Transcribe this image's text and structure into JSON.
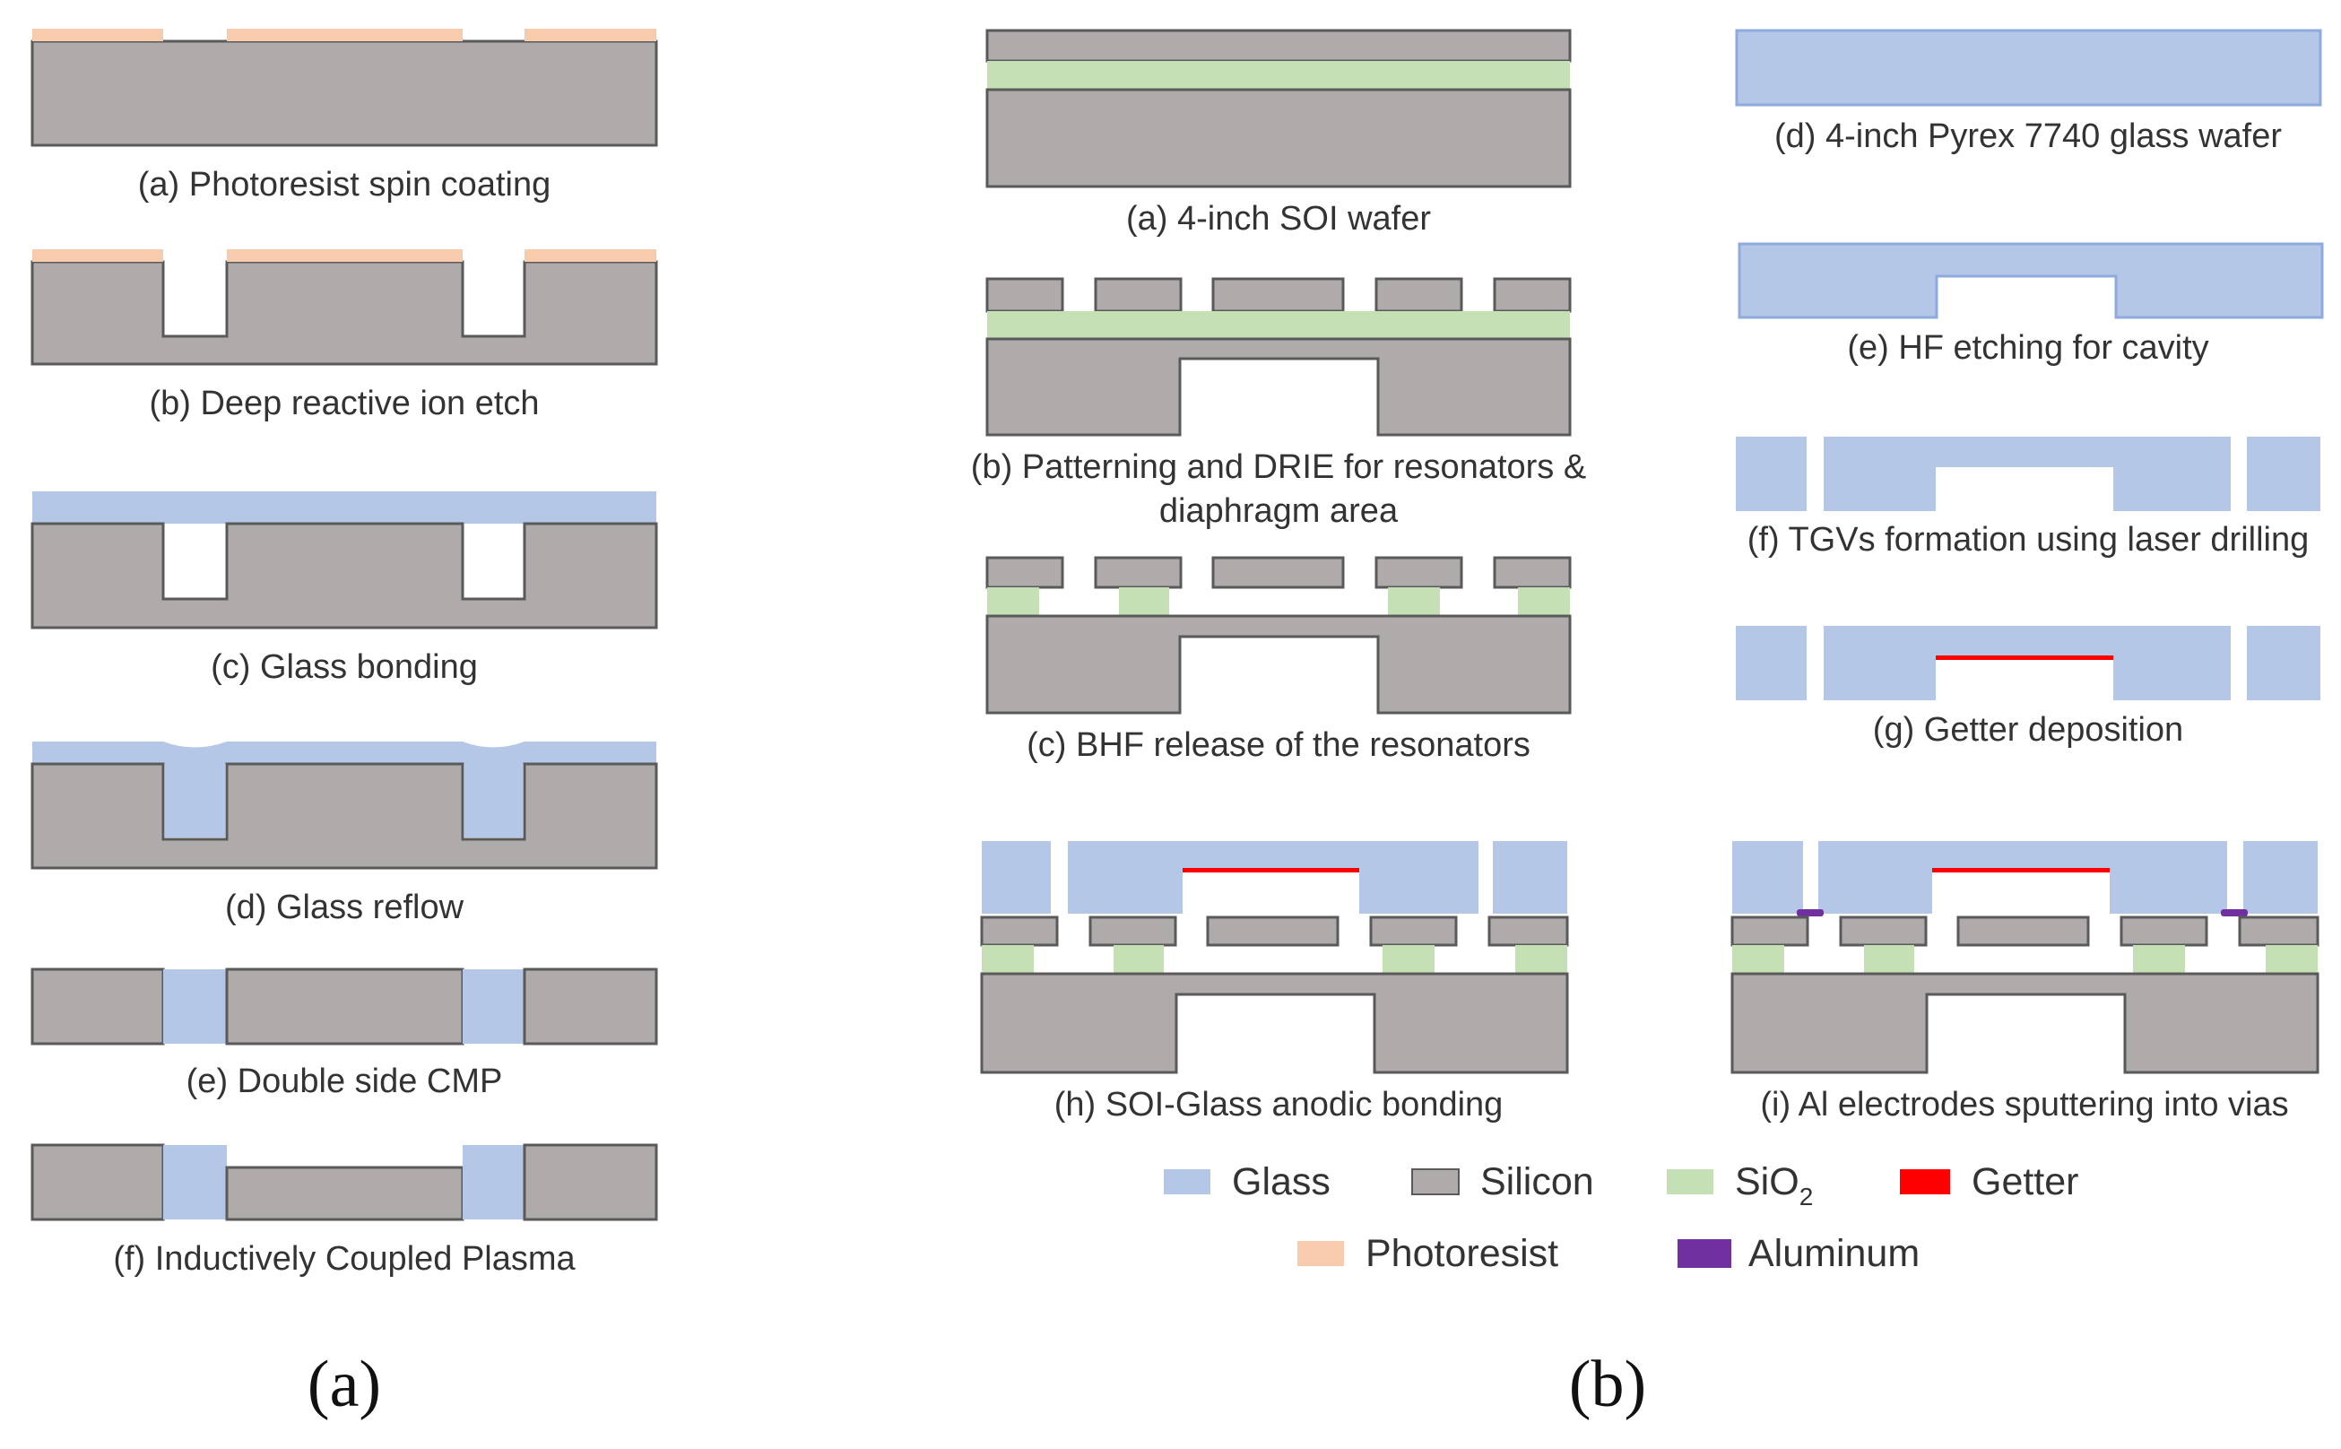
{
  "colors": {
    "glass": "#b4c7e7",
    "silicon": "#afabab",
    "sio2": "#c5e0b4",
    "getter": "#ff0000",
    "photoresist": "#f8cbad",
    "aluminum": "#7030a0",
    "outline": "#5a5a5a"
  },
  "panel_a": {
    "label": "(a)",
    "steps": [
      {
        "caption": "(a) Photoresist spin coating"
      },
      {
        "caption": "(b) Deep reactive ion etch"
      },
      {
        "caption": "(c) Glass bonding"
      },
      {
        "caption": "(d) Glass reflow"
      },
      {
        "caption": "(e) Double side CMP"
      },
      {
        "caption": "(f) Inductively Coupled Plasma"
      }
    ]
  },
  "panel_b": {
    "label": "(b)",
    "steps": [
      {
        "caption": "(a) 4-inch SOI wafer"
      },
      {
        "caption_line1": "(b) Patterning and DRIE for resonators &",
        "caption_line2": "diaphragm area"
      },
      {
        "caption": "(c) BHF release of the resonators"
      },
      {
        "caption": "(d) 4-inch Pyrex 7740 glass wafer"
      },
      {
        "caption": "(e) HF etching for cavity"
      },
      {
        "caption": "(f) TGVs formation using laser drilling"
      },
      {
        "caption": "(g) Getter deposition"
      },
      {
        "caption": "(h) SOI-Glass anodic bonding"
      },
      {
        "caption": "(i) Al electrodes sputtering into vias"
      }
    ]
  },
  "legend": [
    {
      "label": "Glass",
      "color": "#b4c7e7"
    },
    {
      "label": "Silicon",
      "color": "#afabab"
    },
    {
      "label": "SiO",
      "sub": "2",
      "color": "#c5e0b4"
    },
    {
      "label": "Getter",
      "color": "#ff0000"
    },
    {
      "label": "Photoresist",
      "color": "#f8cbad"
    },
    {
      "label": "Aluminum",
      "color": "#7030a0"
    }
  ]
}
